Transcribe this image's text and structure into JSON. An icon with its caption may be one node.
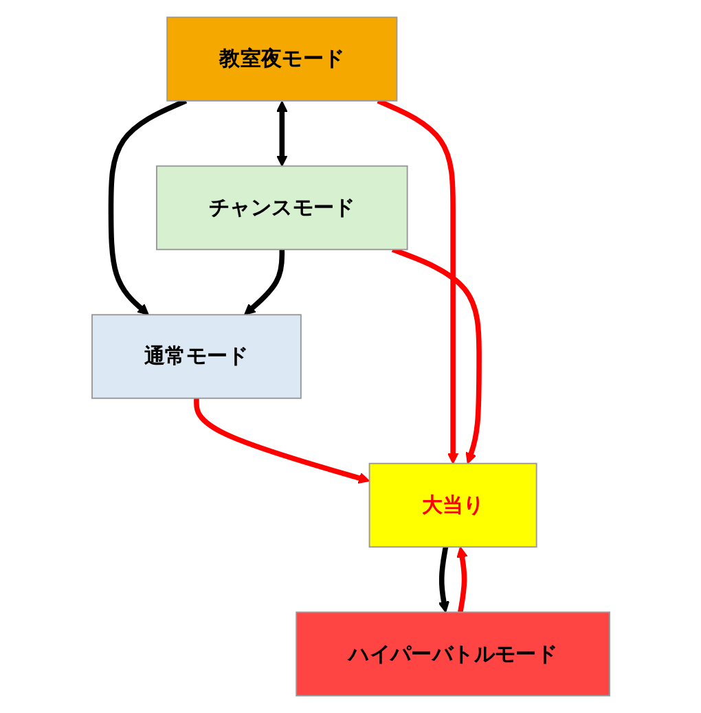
{
  "diagram": {
    "nodes": [
      {
        "text": [
          "通常モード"
        ]
      },
      {
        "text": [
          "教室夜モード"
        ]
      },
      {
        "text": [
          "大当り"
        ]
      },
      {
        "text": [
          "チャンスモード"
        ]
      },
      {
        "text": [
          "ハイパーバトルモード"
        ]
      }
    ],
    "edges": [
      {
        "from": 0,
        "to": 2,
        "arrow": "to",
        "color": "#ff0000"
      },
      {
        "from": 4,
        "to": 2,
        "arrow": "to",
        "color": "#ff0000"
      },
      {
        "from": 2,
        "to": 4,
        "arrow": "to",
        "color": "#000000"
      },
      {
        "from": 1,
        "to": 0,
        "arrow": "to",
        "color": "#000000"
      },
      {
        "from": 1,
        "to": 2,
        "arrow": "to",
        "color": "#ff0000"
      },
      {
        "from": 3,
        "to": 2,
        "arrow": "to",
        "color": "#ff0000"
      },
      {
        "from": 1,
        "to": 3,
        "arrow": "both",
        "color": "#000000"
      },
      {
        "from": 3,
        "to": 0,
        "arrow": "to",
        "color": "#000000"
      }
    ]
  }
}
